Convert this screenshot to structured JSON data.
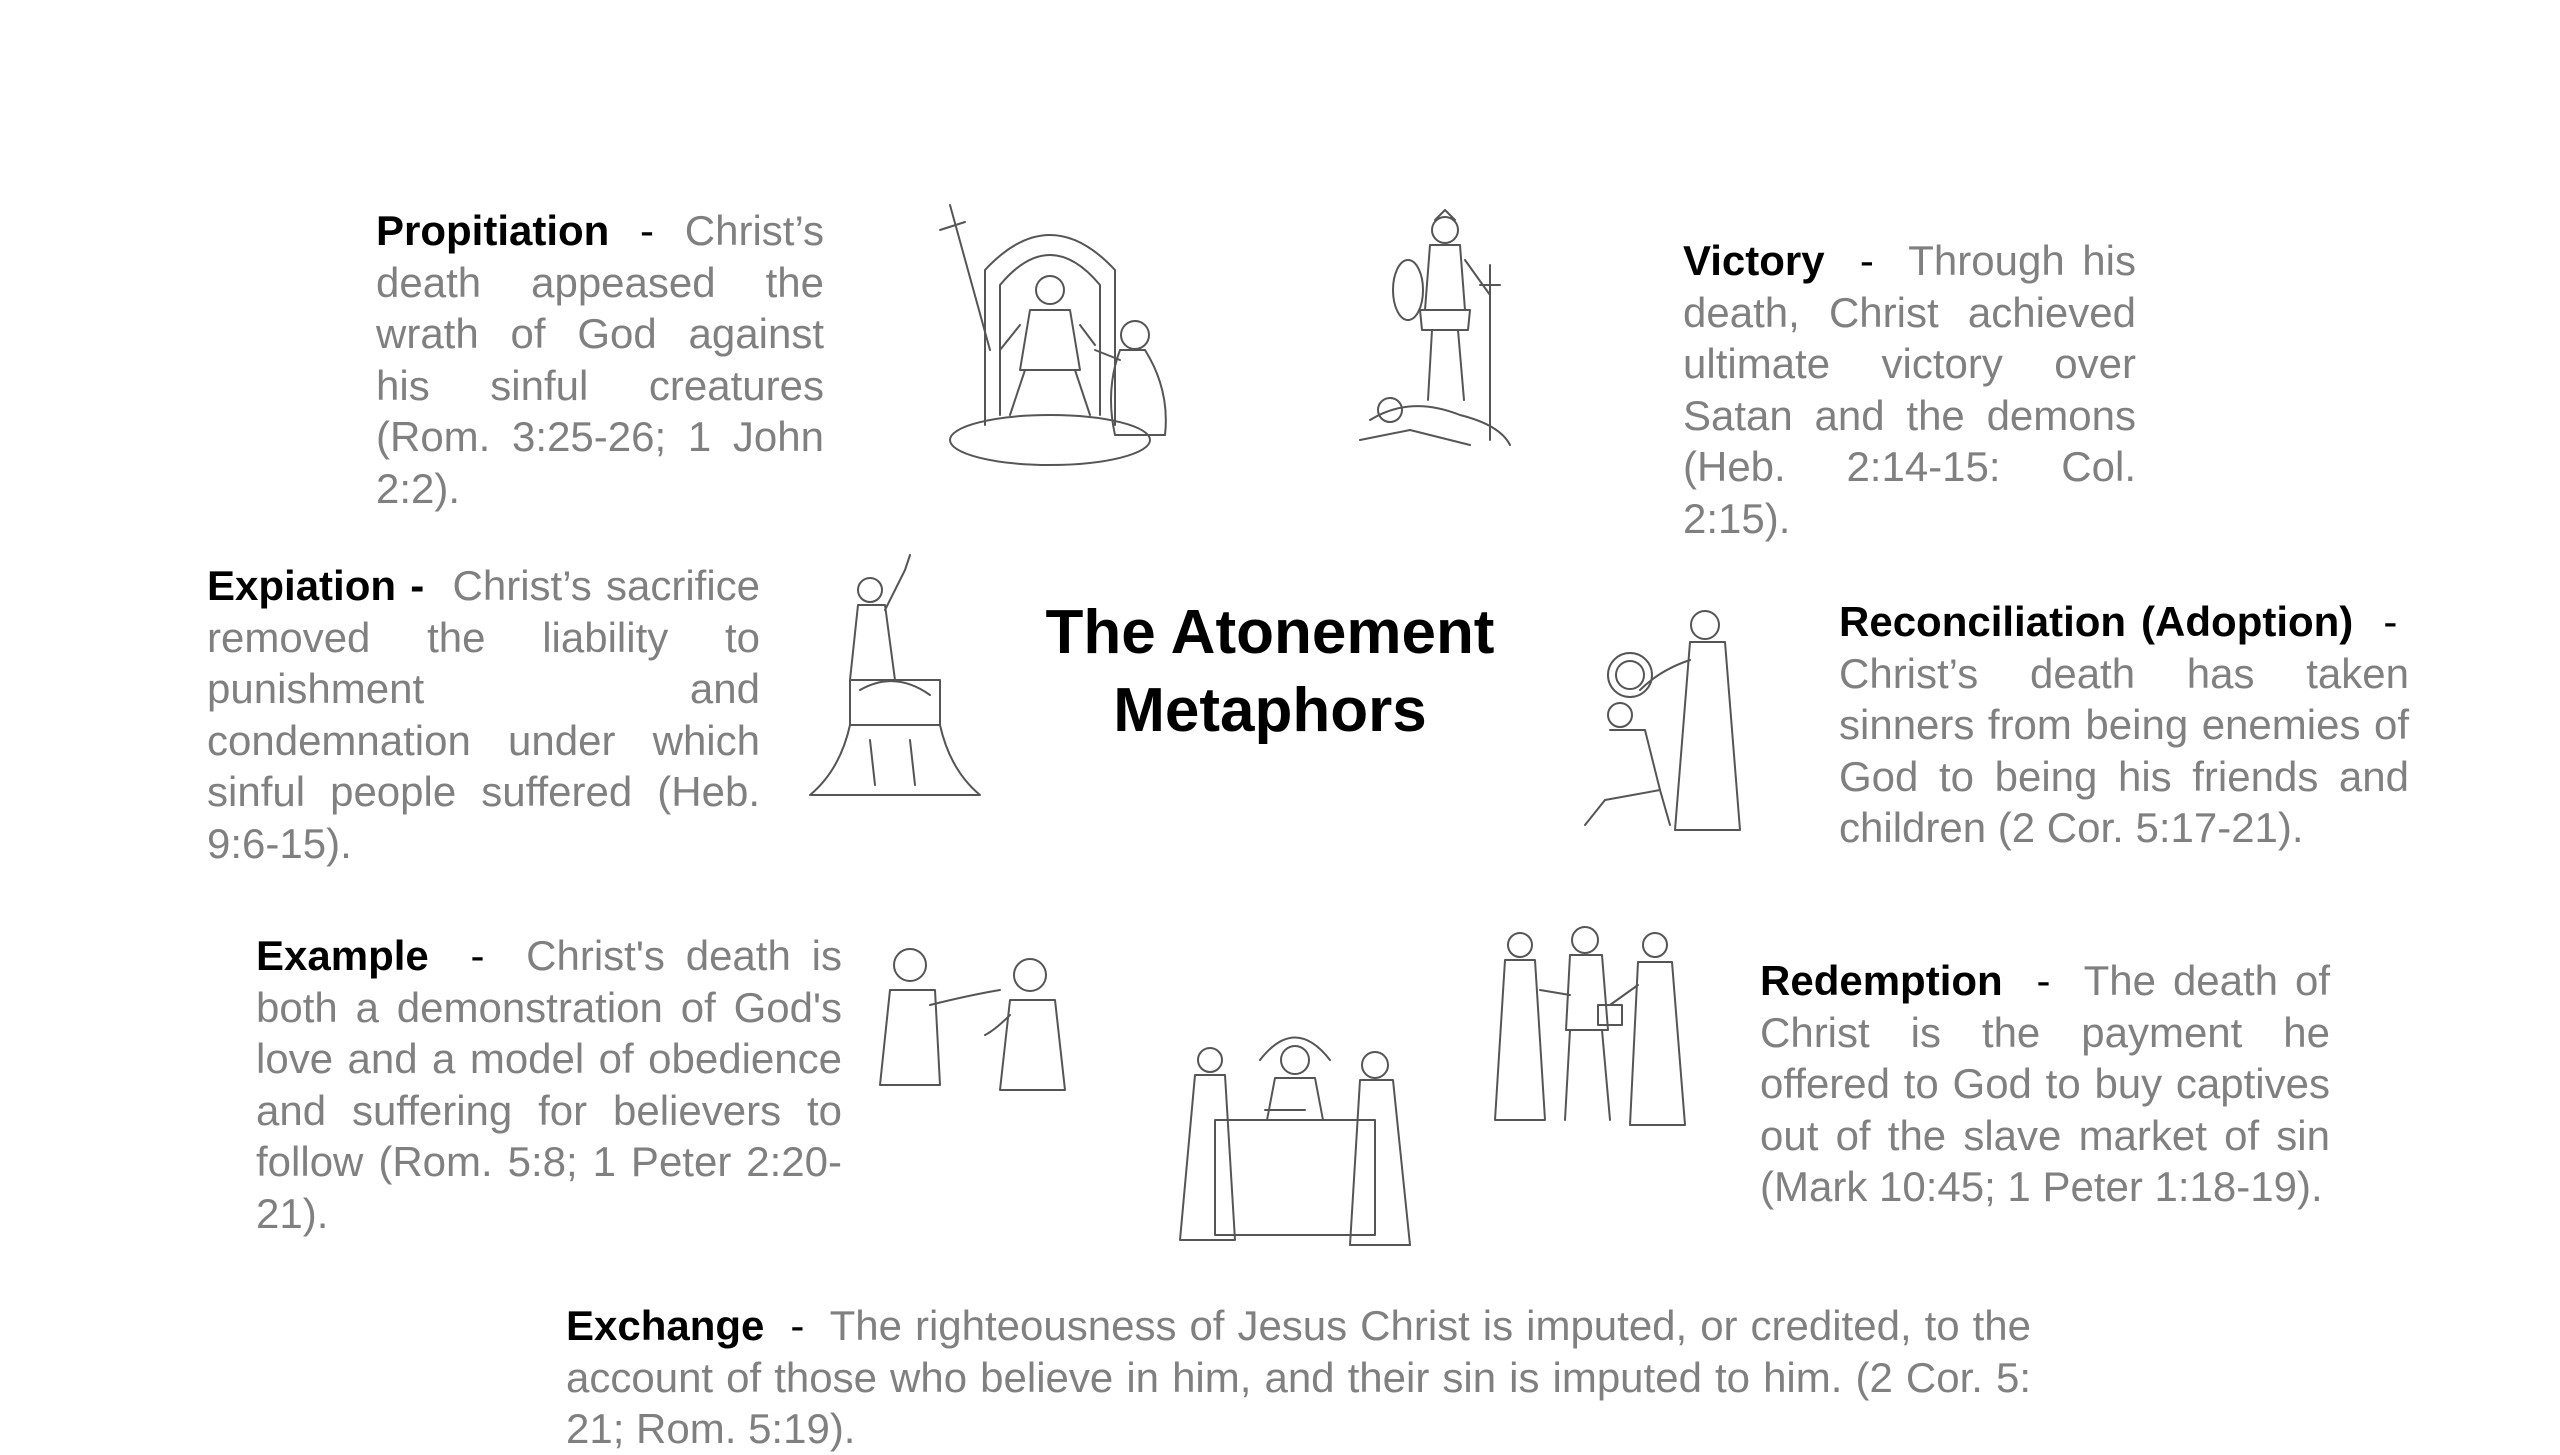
{
  "title": {
    "line1": "The Atonement",
    "line2": "Metaphors"
  },
  "metaphors": {
    "propitiation": {
      "term": "Propitiation",
      "separator": "-",
      "text": "Christ’s death appeased the wrath of God against his sinful creatures (Rom. 3:25-26; 1 John 2:2)."
    },
    "victory": {
      "term": "Victory",
      "separator": "-",
      "text": "Through his death, Christ achieved ultimate victory over Satan and the demons (Heb. 2:14-15: Col. 2:15)."
    },
    "expiation": {
      "term": "Expiation -",
      "text": "Christ’s sacrifice removed the liability to punishment and condemnation under which sinful people suffered (Heb. 9:6-15)."
    },
    "reconciliation": {
      "term": "Reconciliation (Adoption)",
      "separator": "-",
      "text": "Christ’s death has taken sinners from being enemies of God to being his friends and children (2 Cor. 5:17-21)."
    },
    "example": {
      "term": "Example",
      "separator": "-",
      "text": "Christ's death is both a demonstration of God's love and a model of obedience and suffering for believers to follow (Rom. 5:8; 1 Peter 2:20-21)."
    },
    "redemption": {
      "term": "Redemption",
      "separator": "-",
      "text": "The death of Christ is the payment he offered to God to buy captives out of the slave market of sin (Mark 10:45; 1 Peter 1:18-19)."
    },
    "exchange": {
      "term": "Exchange",
      "separator": "-",
      "text": "The righteousness of Jesus Christ is imputed, or credited, to the account of those who believe in him, and their sin is imputed to him. (2 Cor. 5: 21; Rom. 5:19)."
    }
  }
}
